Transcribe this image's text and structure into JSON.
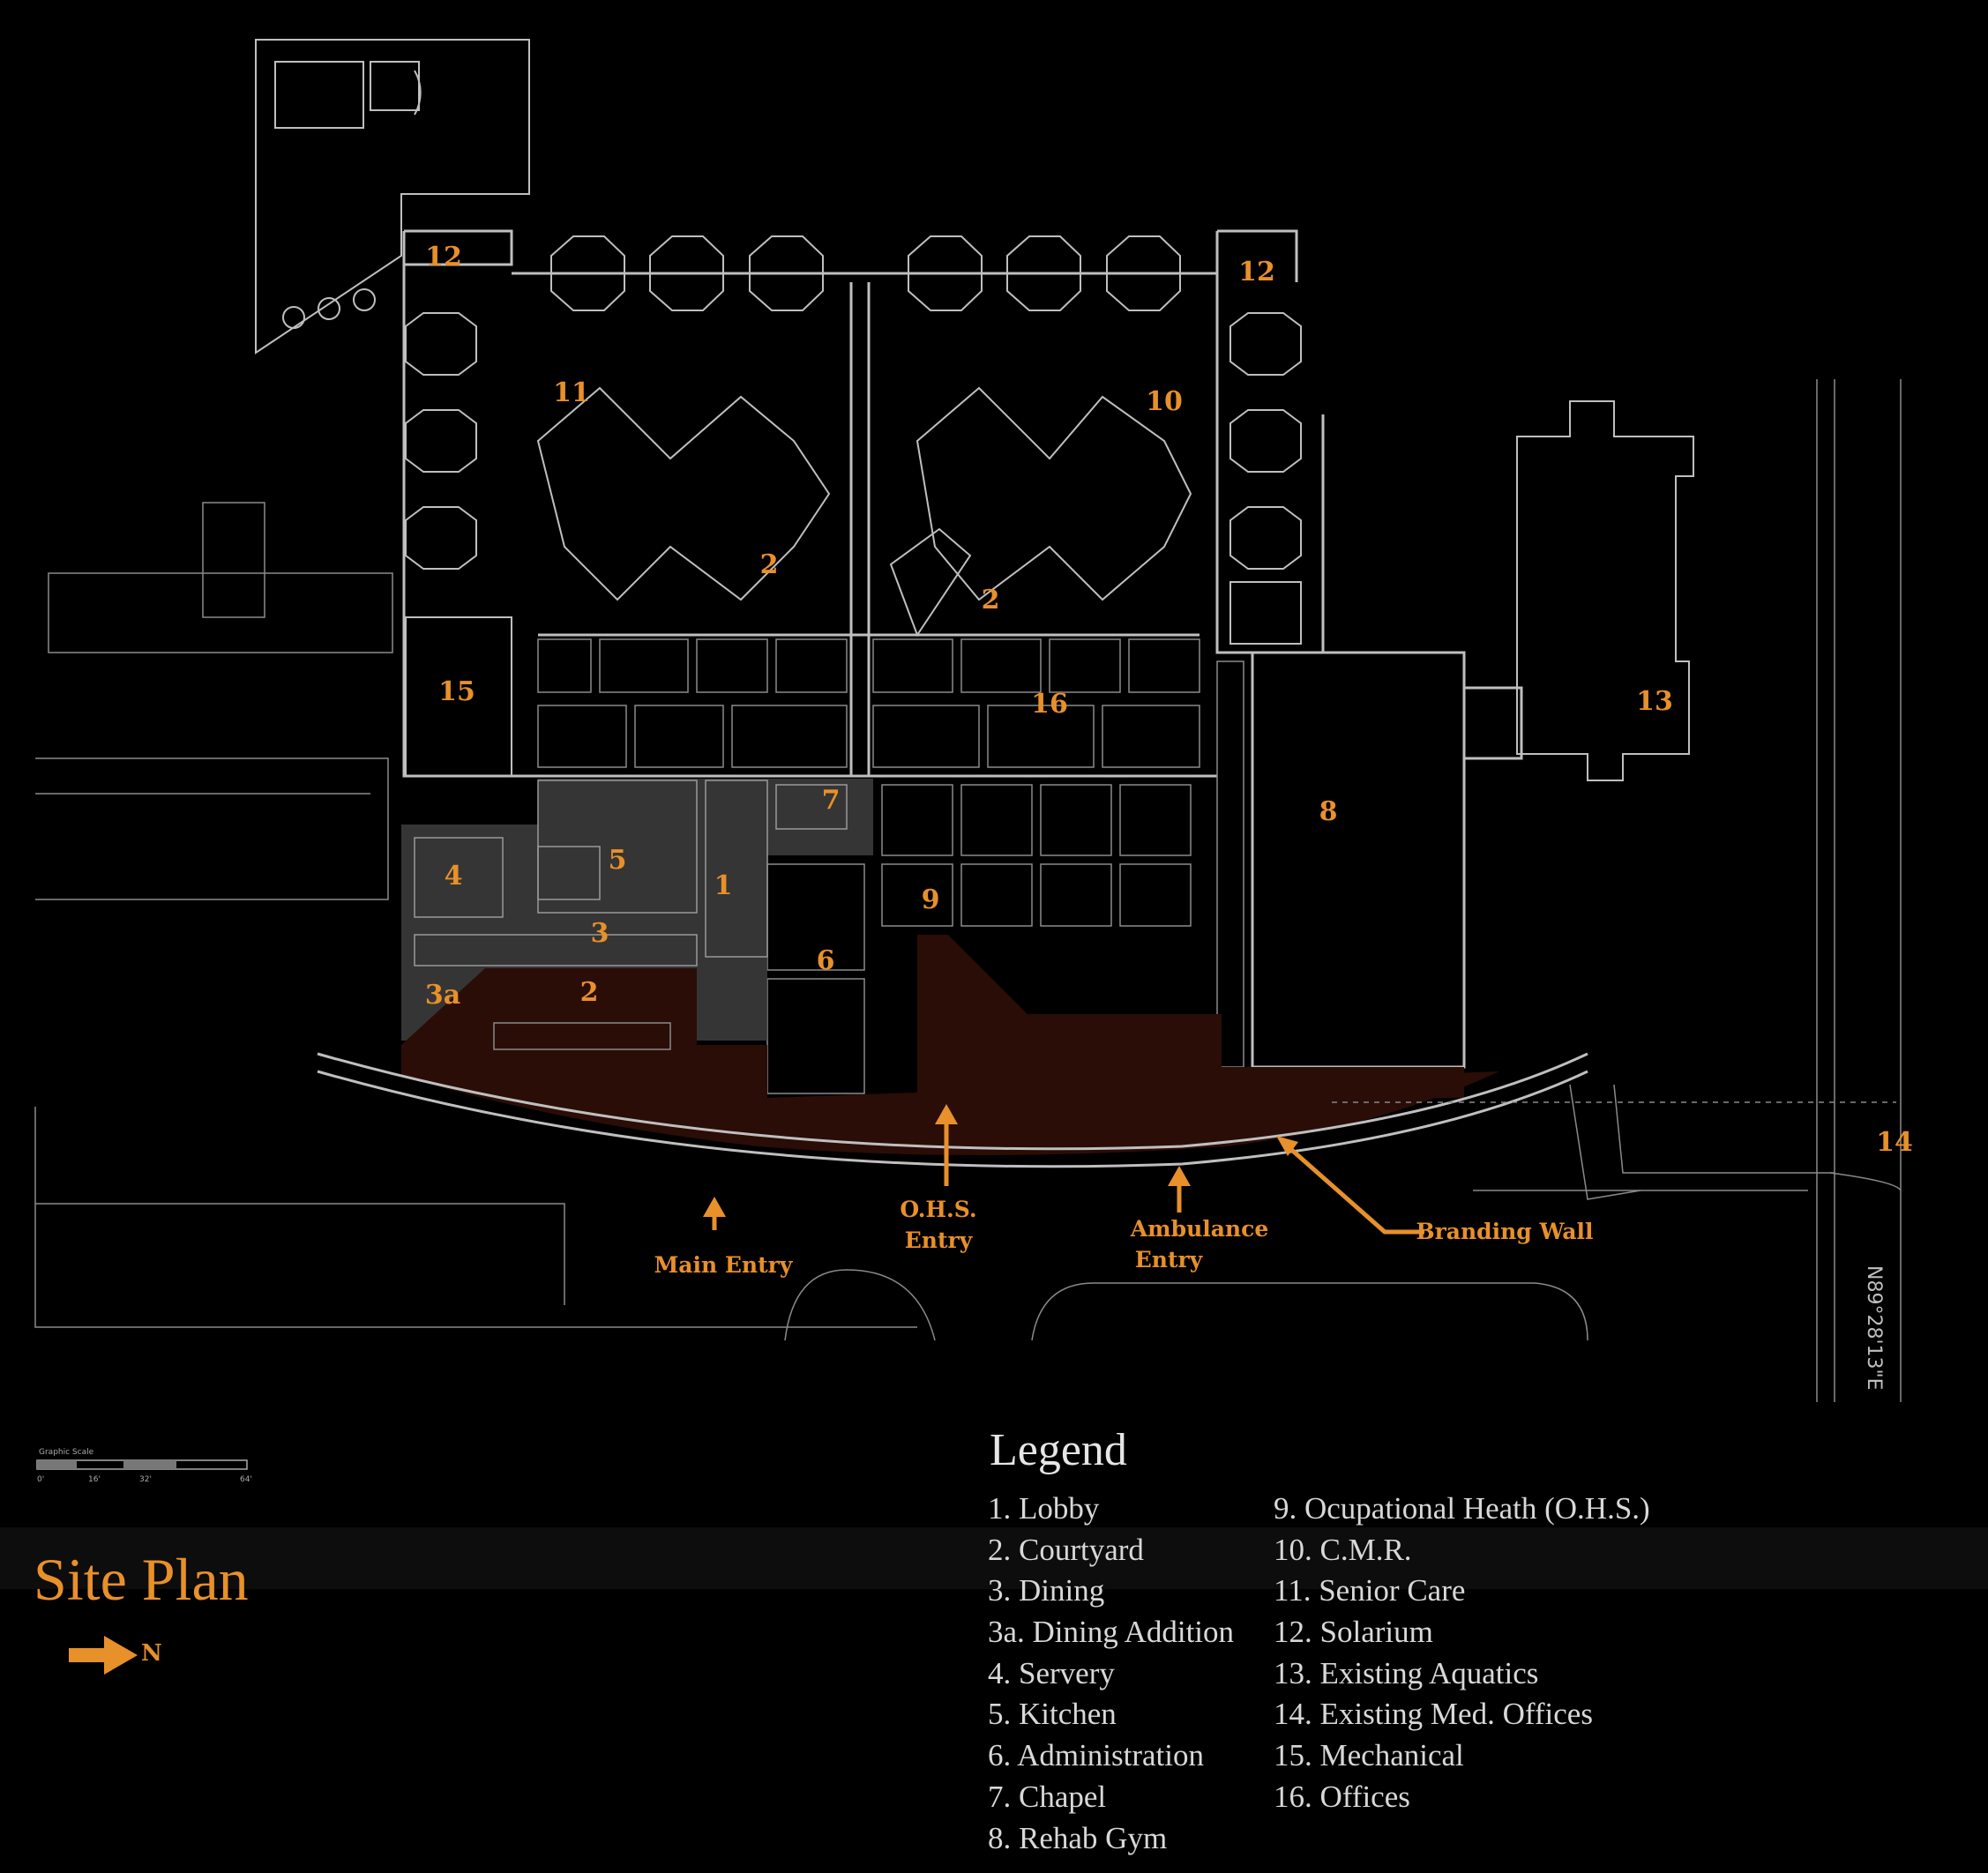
{
  "labels": {
    "n1": "1",
    "n2a": "2",
    "n2b": "2",
    "n2c": "2",
    "n3": "3",
    "n3a": "3a",
    "n4": "4",
    "n5": "5",
    "n6": "6",
    "n7": "7",
    "n8": "8",
    "n9": "9",
    "n10": "10",
    "n11": "11",
    "n12a": "12",
    "n12b": "12",
    "n13": "13",
    "n14": "14",
    "n15": "15",
    "n16": "16"
  },
  "entries": {
    "main_entry": "Main Entry",
    "ohs_entry_1": "O.H.S.",
    "ohs_entry_2": "Entry",
    "ambulance_entry_1": "Ambulance",
    "ambulance_entry_2": "Entry",
    "branding_wall": "Branding Wall"
  },
  "bearing": "N89°28'13\"E",
  "legend": {
    "title": "Legend",
    "items": [
      "1.  Lobby",
      "2.  Courtyard",
      "3. Dining",
      "3a. Dining Addition",
      "4. Servery",
      "5. Kitchen",
      "6. Administration",
      "7. Chapel",
      "8. Rehab Gym",
      "9. Ocupational Heath (O.H.S.)",
      "10. C.M.R.",
      "11. Senior Care",
      "12. Solarium",
      "13. Existing Aquatics",
      "14. Existing Med. Offices",
      "15. Mechanical",
      "16. Offices"
    ]
  },
  "title": "Site Plan",
  "north_label": "N",
  "scale": {
    "title": "Graphic Scale",
    "ticks": [
      "0'",
      "16'",
      "32'",
      "64'"
    ]
  },
  "colors": {
    "background": "#000000",
    "linework": "#bfbfbf",
    "accent": "#e8902a",
    "highlight_zone": "#2a0d07",
    "grey_zone": "#3e3e3e"
  }
}
